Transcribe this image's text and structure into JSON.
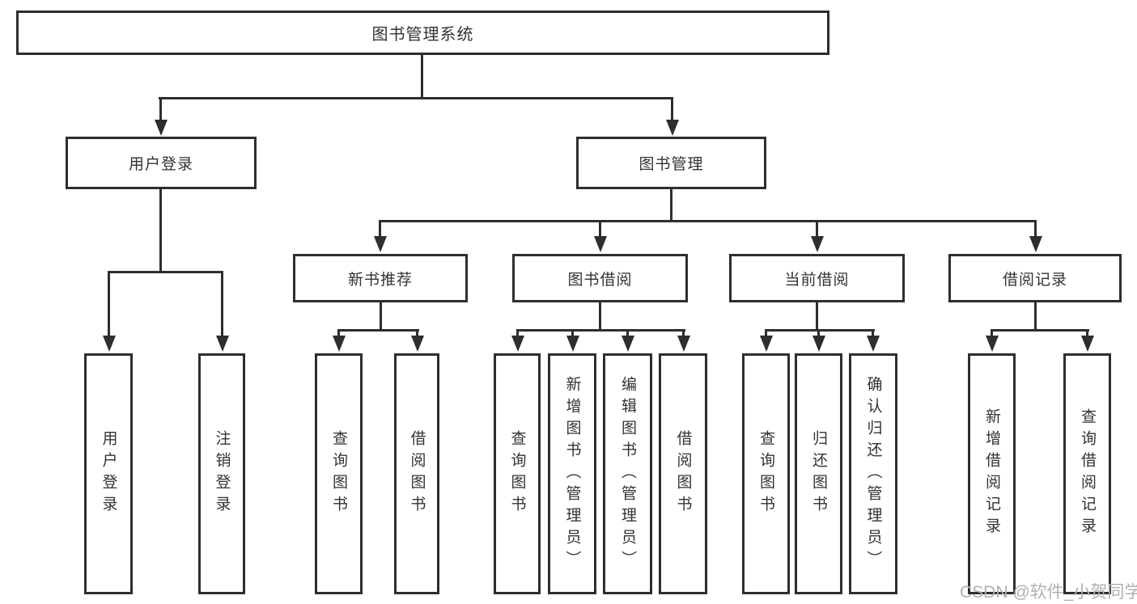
{
  "diagram": {
    "root": {
      "label": "图书管理系统"
    },
    "level2": [
      {
        "label": "用户登录",
        "children": [
          {
            "label": "用户登录"
          },
          {
            "label": "注销登录"
          }
        ]
      },
      {
        "label": "图书管理",
        "children": [
          {
            "label": "新书推荐",
            "children": [
              {
                "label": "查询图书"
              },
              {
                "label": "借阅图书"
              }
            ]
          },
          {
            "label": "图书借阅",
            "children": [
              {
                "label": "查询图书"
              },
              {
                "label": "新增图书（管理员）"
              },
              {
                "label": "编辑图书（管理员）"
              },
              {
                "label": "借阅图书"
              }
            ]
          },
          {
            "label": "当前借阅",
            "children": [
              {
                "label": "查询图书"
              },
              {
                "label": "归还图书"
              },
              {
                "label": "确认归还（管理员）"
              }
            ]
          },
          {
            "label": "借阅记录",
            "children": [
              {
                "label": "新增借阅记录"
              },
              {
                "label": "查询借阅记录"
              }
            ]
          }
        ]
      }
    ]
  },
  "watermark": {
    "text": "CSDN @软件_小贺同学"
  },
  "colors": {
    "line": "#2e2e2e",
    "text": "#333333",
    "watermark": "#b0b0b0",
    "background": "#ffffff"
  }
}
